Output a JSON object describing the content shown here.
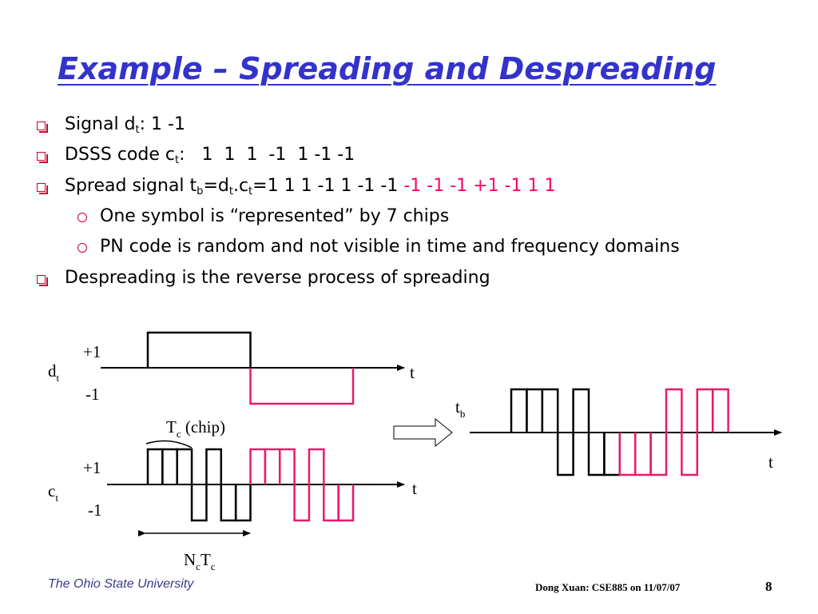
{
  "title": "Example – Spreading and Despreading",
  "bullets": {
    "signal_label": "Signal d",
    "signal_sub": "t",
    "signal_value": ": 1 -1",
    "dsss_label": "DSSS code c",
    "dsss_sub": "t",
    "dsss_value": ":   1  1  1  -1  1 -1 -1",
    "spread_label": "Spread signal t",
    "spread_sub_b": "b",
    "spread_eq_d": "=d",
    "spread_sub_t1": "t",
    "spread_dot_c": ".c",
    "spread_sub_t2": "t",
    "spread_value_black": "=1 1 1 -1 1 -1 -1 ",
    "spread_value_pink": "-1 -1 -1 +1 -1 1 1",
    "sub_symbol": "One symbol is “represented” by 7 chips",
    "sub_pn": "PN code is random and not visible in time and frequency domains",
    "despreading": "Despreading is the reverse process of spreading"
  },
  "diagram": {
    "dt_label": "d",
    "dt_sub": "t",
    "ct_label": "c",
    "ct_sub": "t",
    "tb_label": "t",
    "tb_sub": "b",
    "plus_one_top": "+1",
    "minus_one_top": "-1",
    "plus_one_mid": "+1",
    "minus_one_mid": "-1",
    "axis_t_top": "t",
    "axis_t_mid": "t",
    "axis_t_right": "t",
    "tc_label": "T",
    "tc_sub": "c",
    "tc_suffix": " (chip)",
    "nctc_n": "N",
    "nctc_c": "c",
    "nctc_t": "T",
    "nctc_c2": "c",
    "data_bits": [
      1,
      -1
    ],
    "code_chips": [
      1,
      1,
      1,
      -1,
      1,
      -1,
      -1
    ],
    "spread_chips": [
      1,
      1,
      1,
      -1,
      1,
      -1,
      -1,
      -1,
      -1,
      -1,
      1,
      -1,
      1,
      1
    ],
    "colors": {
      "black": "#000000",
      "pink": "#e8196e"
    }
  },
  "footer": {
    "university": "The Ohio State University",
    "author": "Dong Xuan: CSE885 on 11/07/07",
    "page": "8"
  }
}
